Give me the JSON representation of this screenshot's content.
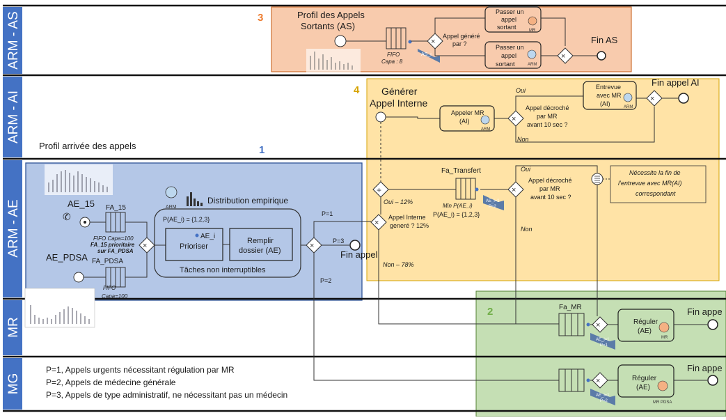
{
  "lanes": {
    "as": "ARM - AS",
    "ai": "ARM - AI",
    "ae": "ARM - AE",
    "mr": "MR",
    "mg": "MG"
  },
  "zones": {
    "as_number": "3",
    "ai_number": "4",
    "ae_number": "1",
    "mr_number": "2"
  },
  "as_zone": {
    "title_line1": "Profil des Appels",
    "title_line2": "Sortants (AS)",
    "fifo_label": "FIFO",
    "capa_label": "Capa : 8",
    "gateway_label": "Appel généré",
    "gateway_label2": "par ?",
    "tag_label": "AS_i",
    "task1_line1": "Passer un",
    "task1_line2": "appel",
    "task1_line3": "sortant",
    "task1_role": "MR",
    "task2_line1": "Passer un",
    "task2_line2": "appel",
    "task2_line3": "sortant",
    "task2_role": "ARM",
    "end_label": "Fin AS"
  },
  "ai_zone": {
    "title_line1": "Générer",
    "title_line2": "Appel Interne",
    "task_call_line1": "Appeler MR",
    "task_call_line2": "(AI)",
    "task_call_role": "ARM",
    "gateway_line1": "Appel décroché",
    "gateway_line2": "par MR",
    "gateway_line3": "avant 10 sec ?",
    "yes_label": "Oui",
    "no_label": "Non",
    "interview_line1": "Entrevue",
    "interview_line2": "avec MR",
    "interview_line3": "(AI)",
    "interview_role": "ARM",
    "end_label": "Fin appel AI"
  },
  "ae_zone": {
    "profile_label": "Profil arrivée des appels",
    "distribution_label": "Distribution empirique",
    "arm_role": "ARM",
    "source1": "AE_15",
    "source2": "AE_PDSA",
    "queue1_label": "FA_15",
    "queue2_label": "FA_PDSA",
    "fifo_capa1": "FIFO Capa=100",
    "prio_line1": "FA_15 prioritaire",
    "prio_line2": "sur FA_PDSA",
    "fifo2": "FIFO",
    "capa2": "Capa=100",
    "priority_formula": "P(AE_i) = {1,2,3}",
    "task_prioritize_tag": "AE_i",
    "task_prioritize": "Prioriser",
    "task_fill_line1": "Remplir",
    "task_fill_line2": "dossier (AE)",
    "noninterrupt_label": "Tâches non interruptibles",
    "p1": "P=1",
    "p2": "P=2",
    "p3": "P=3",
    "end_label": "Fin appel",
    "split_yes": "Oui – 12%",
    "split_no": "Non – 78%",
    "gateway_internal_line1": "Appel Interne",
    "gateway_internal_line2": "generé ? 12%",
    "transfer_queue": "Fa_Transfert",
    "transfer_min": "Min P(AE_i)",
    "transfer_formula": "P(AE_i) = {1,2,3}",
    "tag_ae": "AE_i=1",
    "tag_ae2": "P=2",
    "gateway_mr_line1": "Appel décroché",
    "gateway_mr_line2": "par MR",
    "gateway_mr_line3": "avant 10 sec ?",
    "yes_label": "Oui",
    "no_label": "Non",
    "note_line1": "Nécessite la fin de",
    "note_line2": "l’entrevue avec MR(AI)",
    "note_line3": "correspondant"
  },
  "mr_zone": {
    "queue_label": "Fa_MR",
    "task_line1": "Réguler",
    "task_line2": "(AE)",
    "task_role": "MR",
    "end_label": "Fin appe",
    "tag1": "AE_i=1",
    "tag2": "P=1"
  },
  "mg_zone": {
    "task_line1": "Réguler",
    "task_line2": "(AE)",
    "task_role": "MR PDSA",
    "end_label": "Fin appe",
    "tag1": "AE_i=1",
    "tag2": "P=2"
  },
  "legend": {
    "line1": "P=1, Appels urgents nécessitant régulation par MR",
    "line2": "P=2, Appels de médecine générale",
    "line3": "P=3, Appels de type administratif, ne nécessitant pas un médecin"
  },
  "colors": {
    "lane_blue": "#4472c4",
    "as_fill": "#f8cbad",
    "as_stroke": "#c55a11",
    "ai_fill": "#ffe3a6",
    "ai_stroke": "#d6a300",
    "ae_fill": "#b4c7e7",
    "ae_stroke": "#2f5597",
    "mr_fill": "#c5dfb4",
    "mr_stroke": "#548235",
    "tag": "#5b7ba8"
  }
}
